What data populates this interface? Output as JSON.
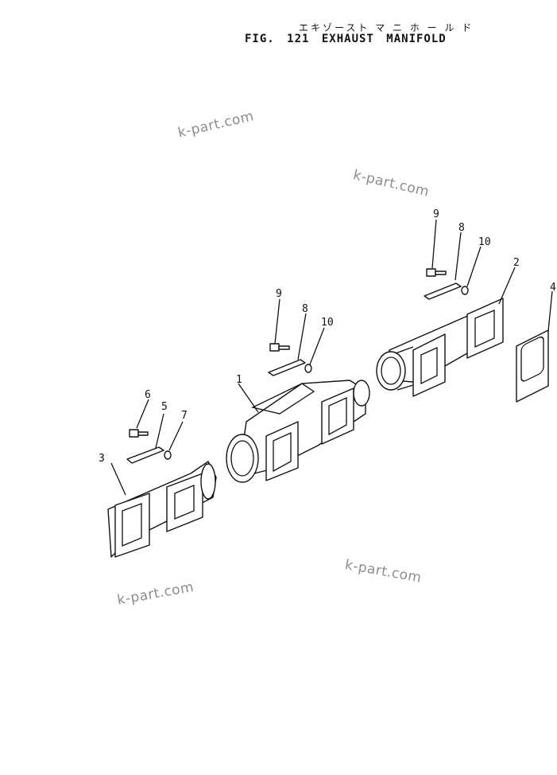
{
  "title": {
    "japanese": "エキゾースト マ ニ ホ ー ル ド",
    "english": "FIG. 121 EXHAUST MANIFOLD"
  },
  "watermarks": [
    "k-part.com",
    "k-part.com",
    "k-part.com",
    "k-part.com"
  ],
  "callouts": {
    "c1": "1",
    "c2": "2",
    "c3": "3",
    "c4": "4",
    "c5": "5",
    "c6": "6",
    "c7": "7",
    "c8a": "8",
    "c8b": "8",
    "c9a": "9",
    "c9b": "9",
    "c10a": "10",
    "c10b": "10"
  },
  "colors": {
    "line": "#111111",
    "watermark": "#8d8d8d",
    "background": "#ffffff"
  }
}
